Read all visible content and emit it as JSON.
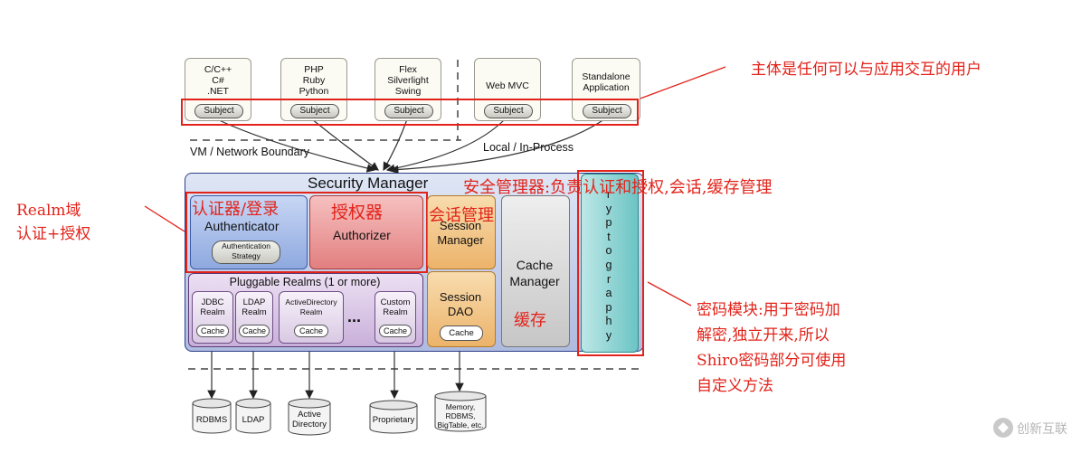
{
  "clients": [
    {
      "name": "C/C++\nC#\n.NET",
      "subject": "Subject"
    },
    {
      "name": "PHP\nRuby\nPython",
      "subject": "Subject"
    },
    {
      "name": "Flex\nSilverlight\nSwing",
      "subject": "Subject"
    },
    {
      "name": "Web MVC",
      "subject": "Subject"
    },
    {
      "name": "Standalone\nApplication",
      "subject": "Subject"
    }
  ],
  "boundaries": {
    "vm_network": "VM / Network Boundary",
    "local": "Local / In-Process"
  },
  "security_manager": {
    "title": "Security Manager",
    "authenticator": "Authenticator",
    "authentication_strategy": "Authentication\nStrategy",
    "authorizer": "Authorizer",
    "session_manager": "Session\nManager",
    "session_dao": "Session\nDAO",
    "session_cache": "Cache",
    "cache_manager": "Cache\nManager",
    "cryptography_letters": [
      "r",
      "y",
      "p",
      "t",
      "o",
      "g",
      "r",
      "a",
      "p",
      "h",
      "y"
    ]
  },
  "pluggable_realms": {
    "title": "Pluggable Realms (1 or more)",
    "realms": [
      {
        "name": "JDBC\nRealm",
        "cache": "Cache"
      },
      {
        "name": "LDAP\nRealm",
        "cache": "Cache"
      },
      {
        "name": "ActiveDirectory\nRealm",
        "cache": "Cache"
      },
      {
        "name": "Custom\nRealm",
        "cache": "Cache"
      }
    ],
    "ellipsis": "..."
  },
  "datastores": [
    {
      "name": "RDBMS"
    },
    {
      "name": "LDAP"
    },
    {
      "name": "Active\nDirectory"
    },
    {
      "name": "Proprietary"
    },
    {
      "name": "Memory,\nRDBMS,\nBigTable, etc."
    }
  ],
  "annotations": {
    "subject_note": "主体是任何可以与应用交互的用户",
    "security_manager_note": "安全管理器:负责认证和授权,会话,缓存管理",
    "authenticator_note": "认证器/登录",
    "authorizer_note": "授权器",
    "session_note": "会话管理",
    "cache_note": "缓存",
    "realm_note_line1": "Realm域",
    "realm_note_line2": "认证+授权",
    "crypto_note_line1": "密码模块:用于密码加",
    "crypto_note_line2": "解密,独立开来,所以",
    "crypto_note_line3": "Shiro密码部分可使用",
    "crypto_note_line4": "自定义方法"
  },
  "watermark": "创新互联",
  "colors": {
    "annotation_red": "#e2231a",
    "security_manager_bg": "#c9d3ea",
    "authenticator_bg": "#9fb6e6",
    "authorizer_bg": "#ef9a9a",
    "session_bg": "#f3c98a",
    "cache_manager_bg": "#d6d6d6",
    "crypto_bg": "#8ed3d3"
  }
}
